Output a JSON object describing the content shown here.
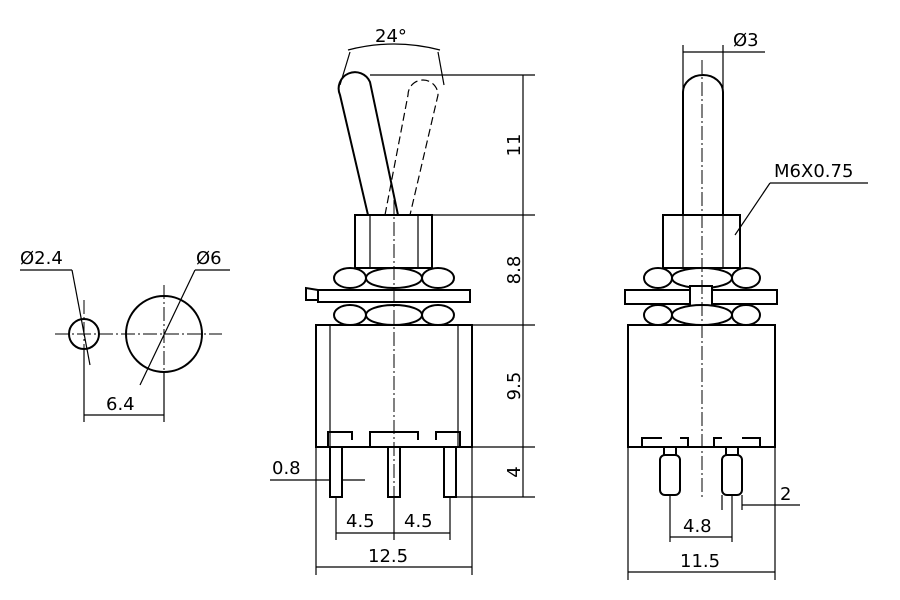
{
  "labels": {
    "angle": "24°",
    "handle_dia": "Ø3",
    "thread": "M6X0.75",
    "hole_small": "Ø2.4",
    "hole_large": "Ø6",
    "hole_spacing": "6.4",
    "handle_height": "11",
    "bushing_height": "8.8",
    "body_height": "9.5",
    "terminal_length": "4",
    "terminal_thickness": "0.8",
    "pitch_left": "4.5",
    "pitch_right": "4.5",
    "width_front": "12.5",
    "width_side": "11.5",
    "side_pitch": "4.8",
    "terminal_width": "2"
  }
}
